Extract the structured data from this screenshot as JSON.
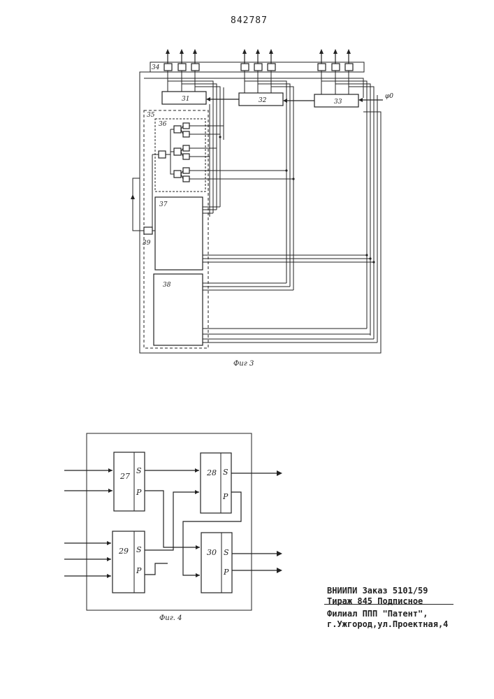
{
  "header": {
    "patent_number": "842787"
  },
  "fig3": {
    "caption": "Фиг 3",
    "labels": {
      "bus34": "34",
      "b31": "31",
      "b32": "32",
      "b33": "33",
      "b35": "35",
      "b36": "36",
      "b37": "37",
      "b38": "38",
      "b39": "39",
      "input": "φ0"
    }
  },
  "fig4": {
    "caption": "Фиг. 4",
    "blocks": [
      {
        "id": "27",
        "s": "S",
        "p": "P"
      },
      {
        "id": "28",
        "s": "S",
        "p": "P"
      },
      {
        "id": "29",
        "s": "S",
        "p": "P"
      },
      {
        "id": "30",
        "s": "S",
        "p": "P"
      }
    ]
  },
  "imprint": {
    "line1": "ВНИИПИ  Заказ 5101/59",
    "line2": "Тираж 845  Подписное",
    "line3": "Филиал ППП \"Патент\",",
    "line4": "г.Ужгород,ул.Проектная,4"
  }
}
